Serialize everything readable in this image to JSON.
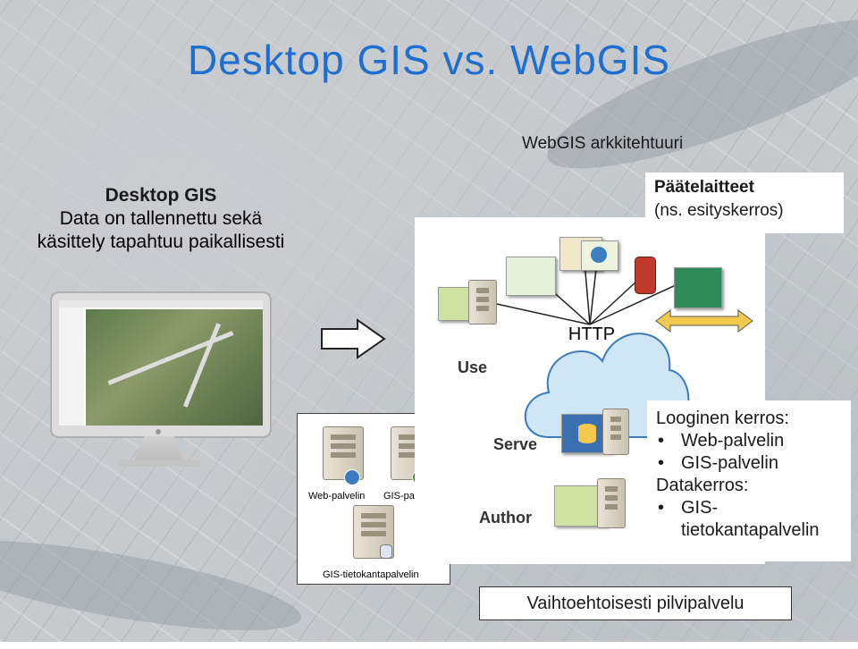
{
  "title": "Desktop GIS vs. WebGIS",
  "desktop": {
    "heading": "Desktop GIS",
    "line1": "Data on tallennettu sekä",
    "line2": "käsittely tapahtuu paikallisesti"
  },
  "webgis": {
    "heading": "WebGIS arkkitehtuuri",
    "terminals_title": "Päätelaitteet",
    "terminals_sub": "(ns. esityskerros)",
    "http": "HTTP",
    "use": "Use",
    "serve": "Serve",
    "author": "Author"
  },
  "servers": {
    "web": "Web-palvelin",
    "gis": "GIS-palvelin",
    "db": "GIS-tietokantapalvelin"
  },
  "layers": {
    "logical": "Looginen kerros:",
    "logical_items": [
      "Web-palvelin",
      "GIS-palvelin"
    ],
    "data": "Datakerros:",
    "data_item_1": "GIS-",
    "data_item_2": "tietokantapalvelin"
  },
  "cloud_note": "Vaihtoehtoisesti pilvipalvelu",
  "colors": {
    "title": "#1f6fd1",
    "arrow_fill": "#f2c94c",
    "cloud": "#cfe6f7"
  }
}
